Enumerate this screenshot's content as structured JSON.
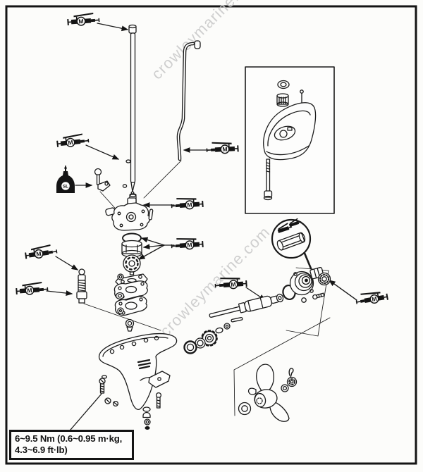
{
  "canvas": {
    "background": "#fcfcfa",
    "frame_color": "#141414"
  },
  "watermark": {
    "text": "crowleymarine.com",
    "color": "#c8c8c8"
  },
  "torque_note": {
    "line1": "6~9.5 Nm (0.6~0.95 m·kg,",
    "line2": "4.3~6.9 ft·lb)"
  },
  "symbols": {
    "grease_label": "M",
    "oil_label": "SL"
  },
  "callouts": {
    "grease_flag_symbol": "M",
    "oil_flag_symbol": "SL",
    "grease_flag_count": 9,
    "magnifier_inset": "needle-bearing detail",
    "upper_inset": "gearcase upper housing with bolt"
  }
}
